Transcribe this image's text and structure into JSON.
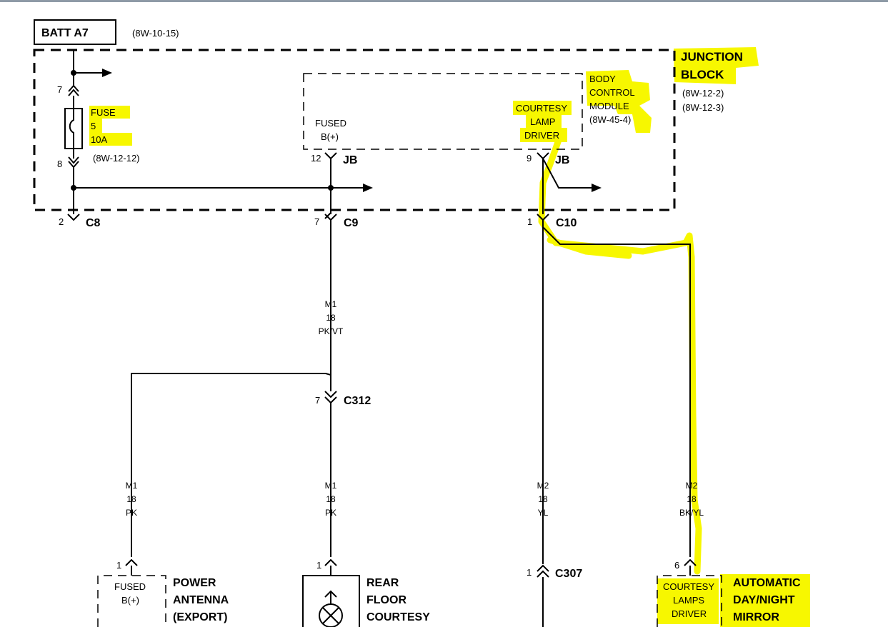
{
  "batt": {
    "label": "BATT A7",
    "ref": "(8W-10-15)"
  },
  "junction_block": {
    "title_1": "JUNCTION",
    "title_2": "BLOCK",
    "ref_1": "(8W-12-2)",
    "ref_2": "(8W-12-3)"
  },
  "bcm": {
    "line_1": "BODY",
    "line_2": "CONTROL",
    "line_3": "MODULE",
    "ref": "(8W-45-4)"
  },
  "fuse": {
    "line_1": "FUSE",
    "line_2": "5",
    "line_3": "10A",
    "ref": "(8W-12-12)",
    "pin_top": "7",
    "pin_bottom": "8"
  },
  "fused_bplus": {
    "line_1": "FUSED",
    "line_2": "B(+)",
    "pin": "12",
    "conn": "JB"
  },
  "courtesy_driver": {
    "line_1": "COURTESY",
    "line_2": "LAMP",
    "line_3": "DRIVER",
    "pin": "9",
    "conn": "JB"
  },
  "connectors": {
    "c8": {
      "pin": "2",
      "name": "C8"
    },
    "c9": {
      "pin": "7",
      "name": "C9"
    },
    "c10": {
      "pin": "1",
      "name": "C10"
    },
    "c312": {
      "pin": "7",
      "name": "C312"
    },
    "c307": {
      "pin": "1",
      "name": "C307"
    }
  },
  "wires": {
    "m1_main": {
      "circuit": "M1",
      "gauge": "18",
      "color": "PK/VT"
    },
    "m1_antenna": {
      "circuit": "M1",
      "gauge": "18",
      "color": "PK"
    },
    "m1_rear": {
      "circuit": "M1",
      "gauge": "18",
      "color": "PK"
    },
    "m2_yl": {
      "circuit": "M2",
      "gauge": "18",
      "color": "YL"
    },
    "m2_bkyl": {
      "circuit": "M2",
      "gauge": "18",
      "color": "BK/YL"
    }
  },
  "power_antenna": {
    "pin": "1",
    "fused_1": "FUSED",
    "fused_2": "B(+)",
    "title_1": "POWER",
    "title_2": "ANTENNA",
    "title_3": "(EXPORT)"
  },
  "rear_floor": {
    "pin": "1",
    "title_1": "REAR",
    "title_2": "FLOOR",
    "title_3": "COURTESY"
  },
  "mirror": {
    "pin": "6",
    "driver_1": "COURTESY",
    "driver_2": "LAMPS",
    "driver_3": "DRIVER",
    "title_1": "AUTOMATIC",
    "title_2": "DAY/NIGHT",
    "title_3": "MIRROR"
  },
  "colors": {
    "highlight": "#f7f700",
    "line": "#000000"
  }
}
